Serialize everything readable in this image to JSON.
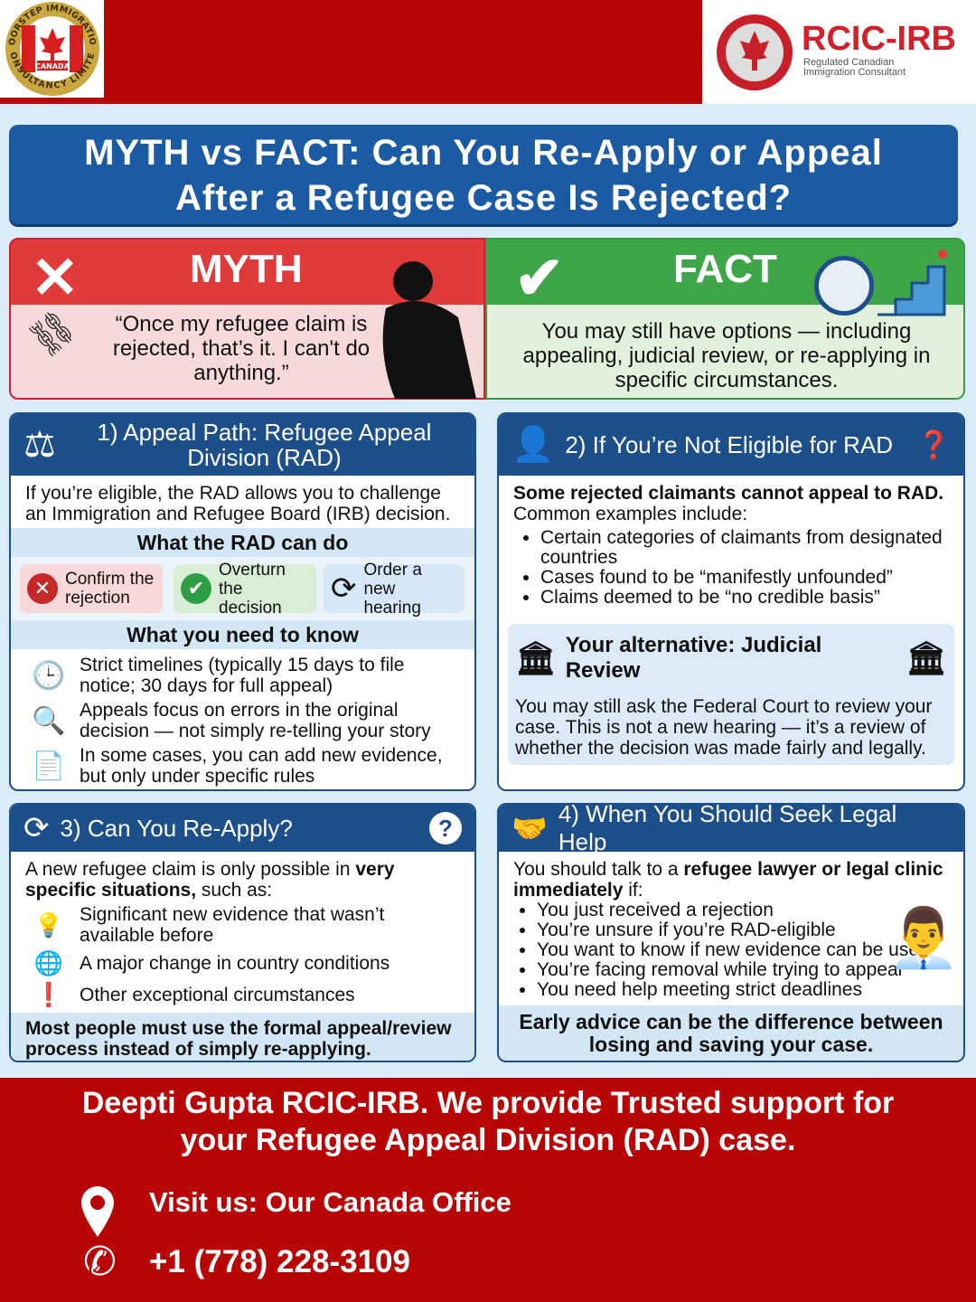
{
  "header": {
    "left_logo_text": [
      "DOORSTEP IMMIGRATION",
      "CONSULTANCY LIMITED",
      "CANADA"
    ],
    "right_logo": {
      "name": "RCIC-IRB",
      "line1": "Regulated Canadian",
      "line2": "Immigration Consultant"
    }
  },
  "title": {
    "line1": "MYTH vs FACT: Can You Re-Apply or Appeal",
    "line2": "After a Refugee Case Is Rejected?"
  },
  "myth": {
    "label": "MYTH",
    "text": "“Once my refugee claim is rejected, that’s it. I can't do anything.”"
  },
  "fact": {
    "label": "FACT",
    "text": "You may still have options — including appealing, judicial review, or re-applying in specific circumstances."
  },
  "s1": {
    "title": "1) Appeal Path: Refugee Appeal Division (RAD)",
    "intro": "If you’re eligible, the RAD allows you to challenge an Immigration and Refugee Board (IRB) decision.",
    "can_do_title": "What the RAD can do",
    "can_do": [
      "Confirm the rejection",
      "Overturn the decision",
      "Order a new hearing"
    ],
    "know_title": "What you need to know",
    "know": [
      "Strict timelines (typically 15 days to file notice; 30 days for full appeal)",
      "Appeals focus on errors in the original decision — not simply re-telling your story",
      "In some cases, you can add new evidence, but only under specific rules"
    ]
  },
  "s2": {
    "title": "2) If You’re Not Eligible for RAD",
    "intro1": "Some rejected claimants cannot appeal to RAD.",
    "intro2": "Common examples include:",
    "items": [
      "Certain categories of claimants from designated countries",
      "Cases found to be “manifestly unfounded”",
      "Claims deemed to be “no credible basis”"
    ],
    "alt_title": "Your alternative: Judicial Review",
    "alt_text": "You may still ask the Federal Court to review your case. This is not a new hearing — it’s a review of whether the decision was made fairly and legally."
  },
  "s3": {
    "title": "3) Can You Re-Apply?",
    "intro_a": "A new refugee claim is only possible in ",
    "intro_b": "very specific situations,",
    "intro_c": " such as:",
    "items": [
      "Significant new evidence that wasn’t available before",
      "A major change in country conditions",
      "Other exceptional circumstances"
    ],
    "note": "Most people must use the formal appeal/review process instead of simply re-applying."
  },
  "s4": {
    "title": "4) When You Should Seek Legal Help",
    "intro_a": "You should talk to a ",
    "intro_b": "refugee lawyer or legal clinic immediately",
    "intro_c": " if:",
    "items": [
      "You just received a rejection",
      "You’re unsure if you’re RAD-eligible",
      "You want to know if new evidence can be used",
      "You’re facing removal while trying to appeal",
      "You need help meeting strict deadlines"
    ],
    "note": "Early advice can be the difference between losing and saving your case."
  },
  "footer": {
    "tagline": "Deepti Gupta RCIC-IRB. We provide Trusted support for your Refugee Appeal Division (RAD) case.",
    "visit": "Visit us: Our Canada Office",
    "phone": "+1 (778) 228-3109"
  },
  "colors": {
    "red": "#b80606",
    "blue": "#1d4f8a",
    "green": "#3ea548"
  }
}
